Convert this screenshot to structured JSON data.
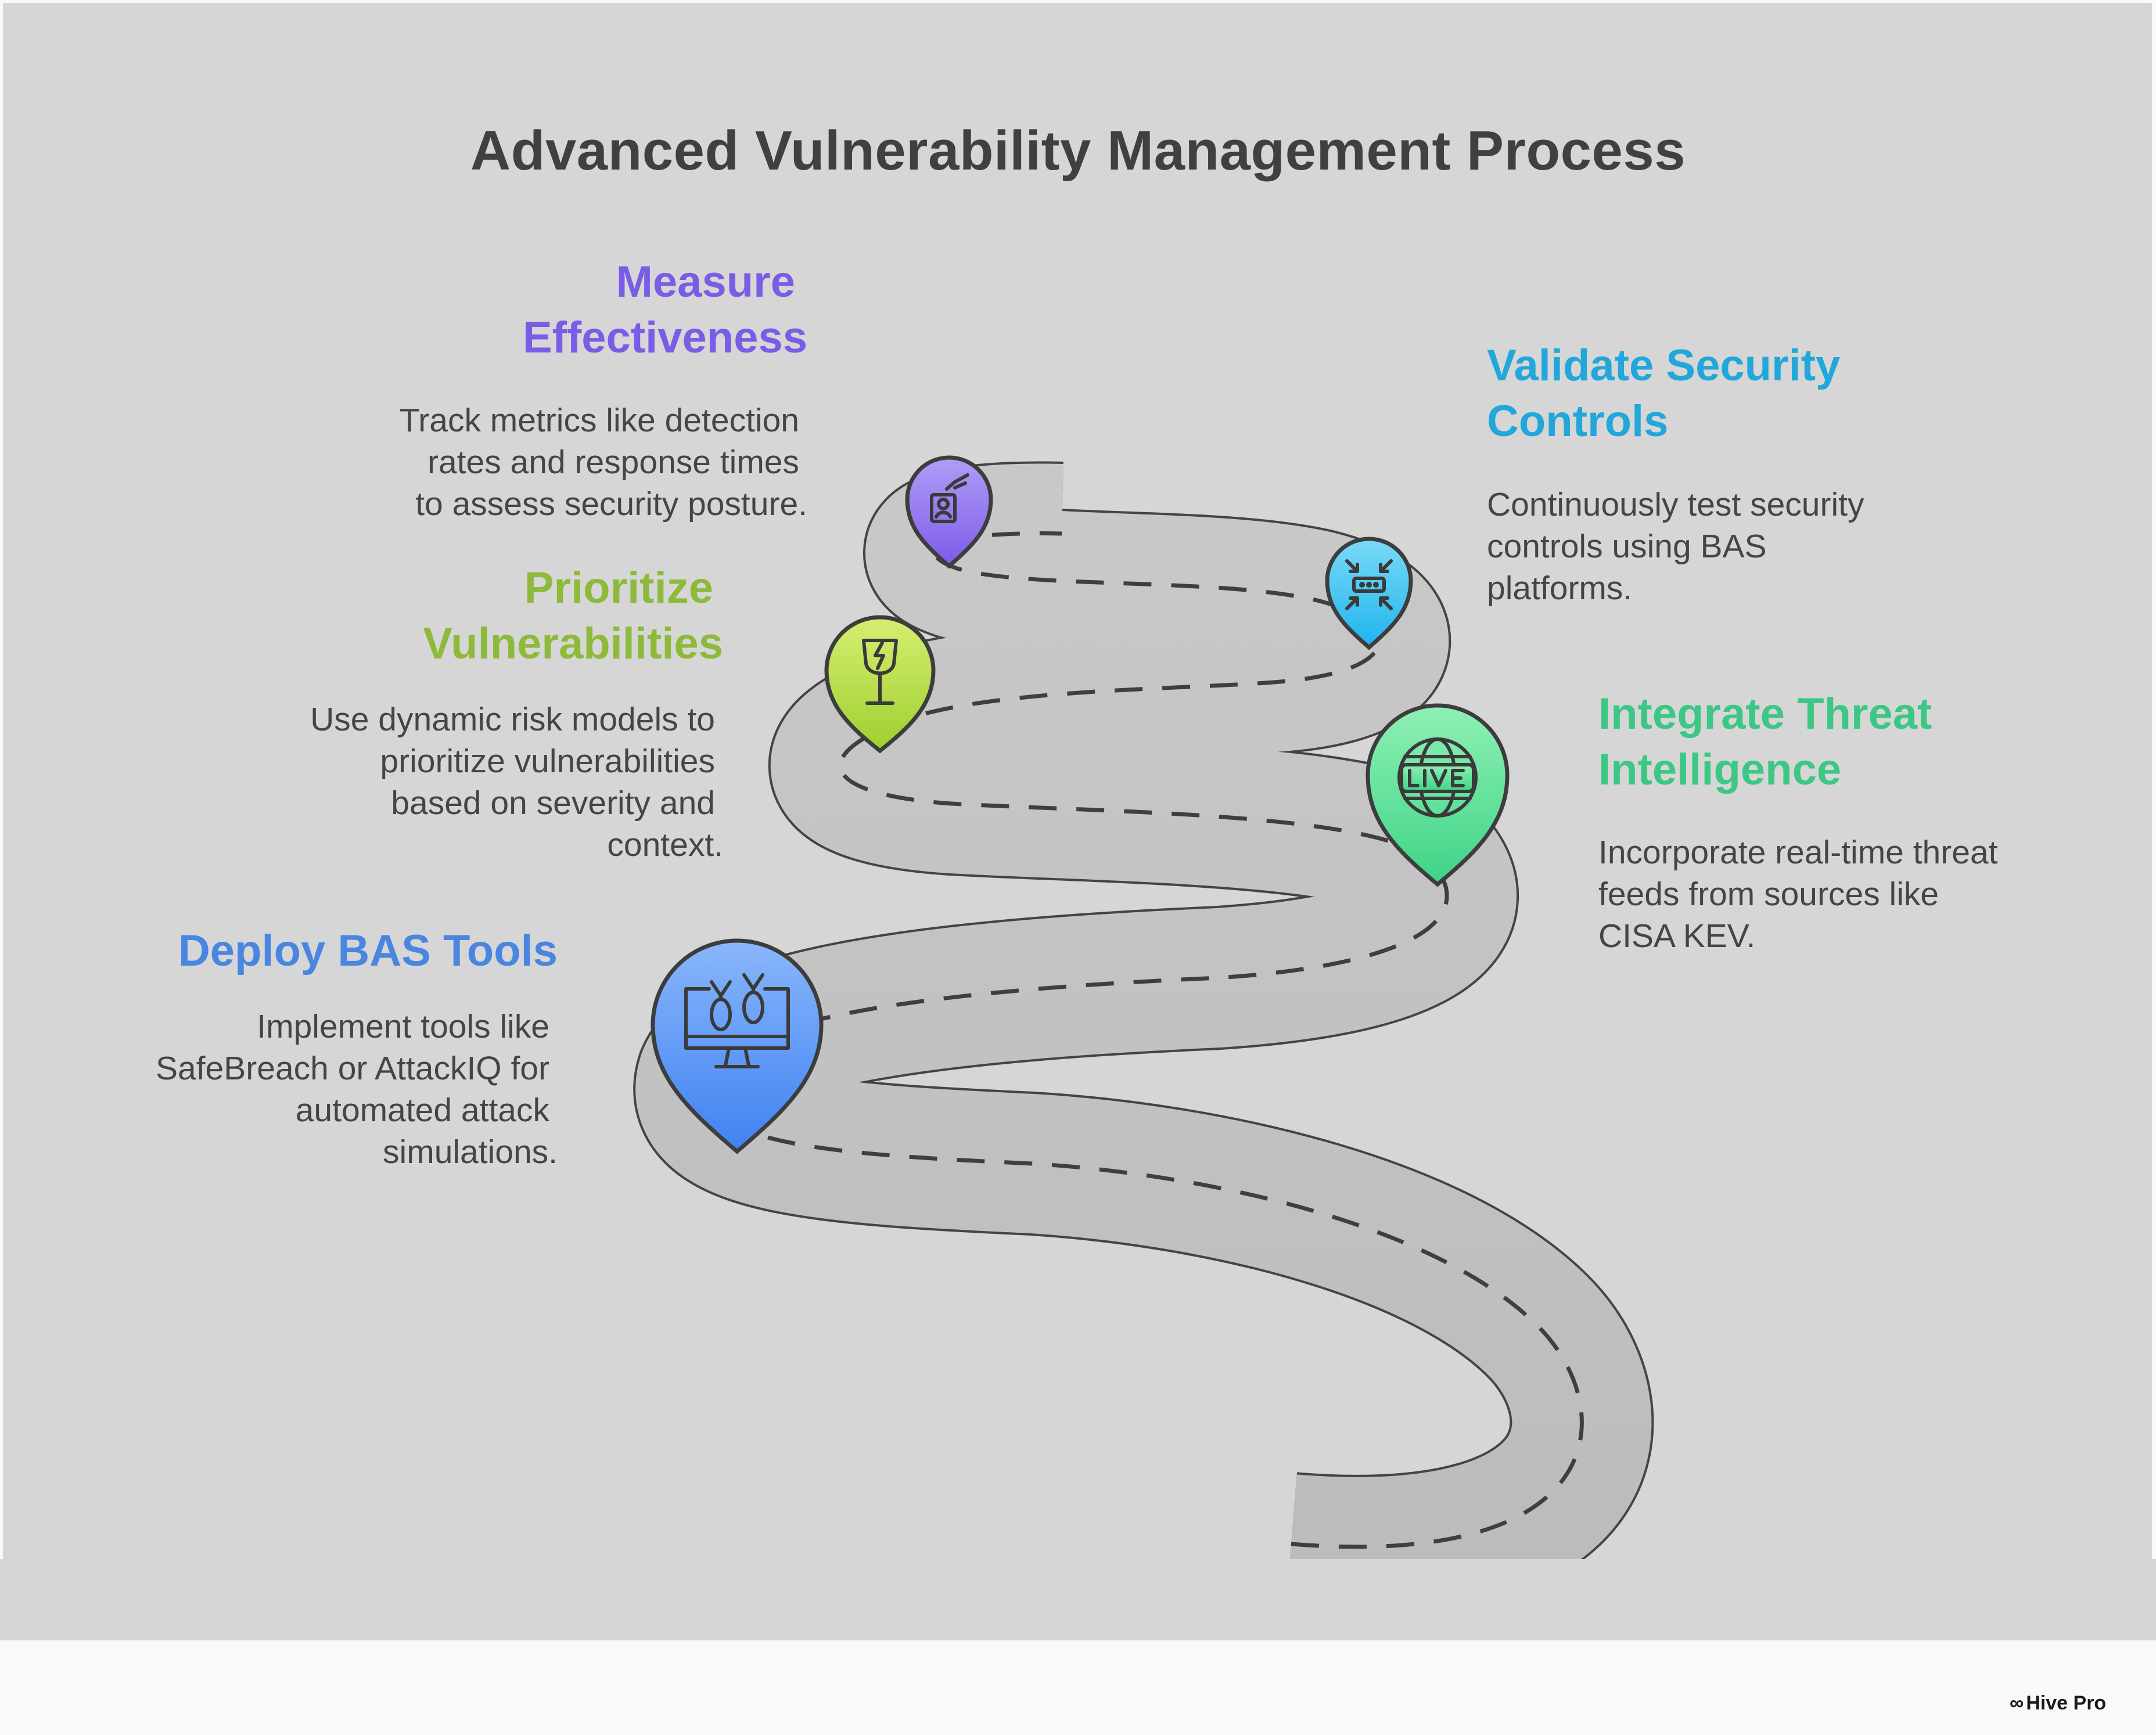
{
  "title": "Advanced Vulnerability Management Process",
  "steps": [
    {
      "heading": [
        "Measure",
        "Effectiveness"
      ],
      "description": [
        "Track metrics like detection",
        "rates and response times",
        "to assess security posture."
      ],
      "color": "#7b5ce6",
      "icon": "badge-hand-icon"
    },
    {
      "heading": [
        "Validate Security",
        "Controls"
      ],
      "description": [
        "Continuously test security",
        "controls using BAS",
        "platforms."
      ],
      "color": "#21a7d9",
      "icon": "compress-device-icon"
    },
    {
      "heading": [
        "Prioritize",
        "Vulnerabilities"
      ],
      "description": [
        "Use dynamic risk models to",
        "prioritize vulnerabilities",
        "based on severity and",
        "context."
      ],
      "color": "#8dba3a",
      "icon": "fragile-glass-icon"
    },
    {
      "heading": [
        "Integrate Threat",
        "Intelligence"
      ],
      "description": [
        "Incorporate real-time threat",
        "feeds from sources like",
        "CISA KEV."
      ],
      "color": "#3cc784",
      "icon": "live-globe-icon"
    },
    {
      "heading": [
        "Deploy BAS Tools"
      ],
      "description": [
        "Implement tools like",
        "SafeBreach or AttackIQ for",
        "automated attack",
        "simulations."
      ],
      "color": "#4a86e0",
      "icon": "monitor-bombs-icon"
    }
  ],
  "brand": "Hive Pro"
}
